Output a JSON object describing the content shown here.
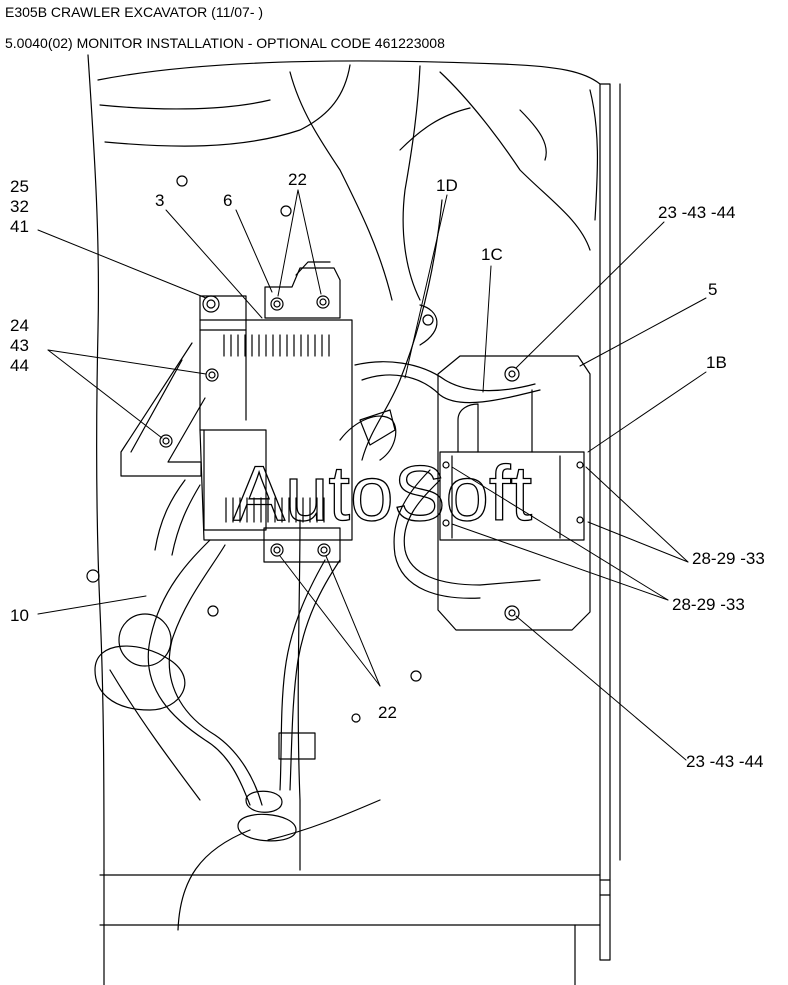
{
  "header": {
    "model": "E305B CRAWLER EXCAVATOR (11/07- )",
    "section": "5.0040(02) MONITOR INSTALLATION - OPTIONAL CODE 461223008"
  },
  "callouts": {
    "c25": "25",
    "c32": "32",
    "c41": "41",
    "c3": "3",
    "c6": "6",
    "c22_top": "22",
    "c1D": "1D",
    "c1C": "1C",
    "c23_top": "23 -43 -44",
    "c5": "5",
    "c1B": "1B",
    "c24": "24",
    "c43": "43",
    "c44": "44",
    "c28_a": "28-29 -33",
    "c28_b": "28-29 -33",
    "c10": "10",
    "c22_bottom": "22",
    "c23_bottom": "23 -43 -44"
  },
  "watermark": "AutoSoft"
}
